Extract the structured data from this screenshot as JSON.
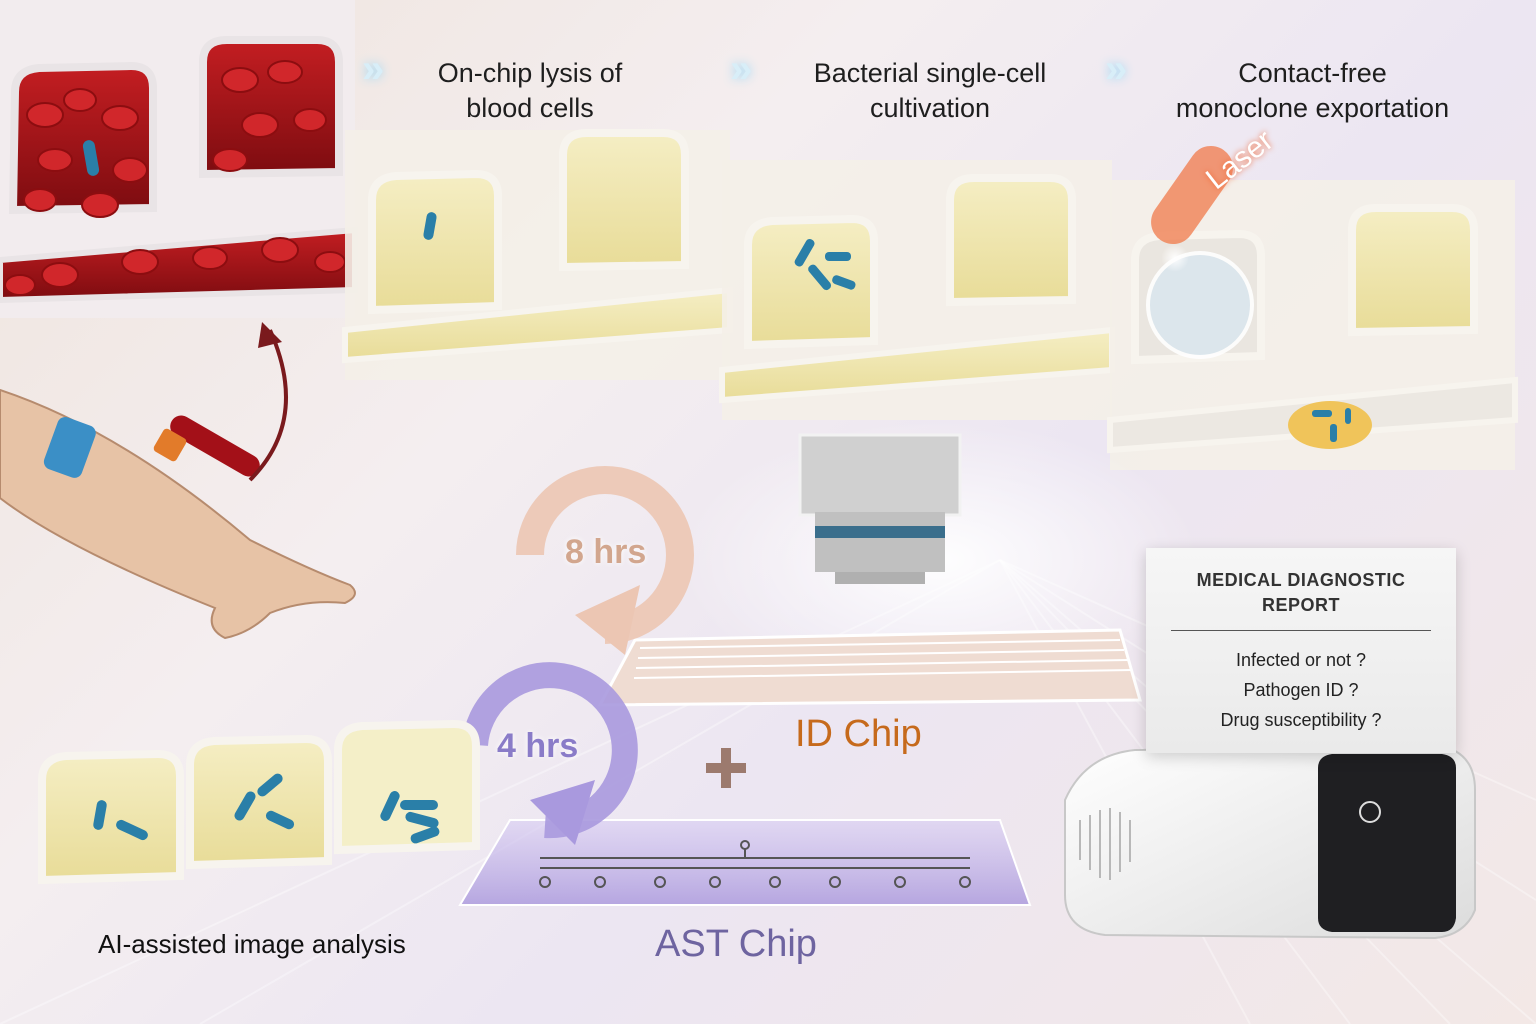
{
  "steps": [
    {
      "line1": "On-chip lysis of",
      "line2": "blood cells"
    },
    {
      "line1": "Bacterial single-cell",
      "line2": "cultivation"
    },
    {
      "line1": "Contact-free",
      "line2": "monoclone exportation"
    }
  ],
  "laser_label": "Laser",
  "cycles": {
    "id_time": "8 hrs",
    "ast_time": "4 hrs"
  },
  "chips": {
    "id": "ID Chip",
    "ast": "AST Chip"
  },
  "plus": "+",
  "caption": "AI-assisted image analysis",
  "report": {
    "title_line1": "MEDICAL DIAGNOSTIC",
    "title_line2": "REPORT",
    "items": [
      "Infected or not ?",
      "Pathogen ID ?",
      "Drug susceptibility ?"
    ]
  },
  "colors": {
    "blood": "#b3171b",
    "media": "#f1e9b4",
    "bacteria": "#2a7fa8",
    "id_chip": "#c66a1c",
    "ast_chip": "#6e64a0",
    "cycle_8": "#e4b8a2",
    "cycle_4": "#9c8fd0"
  }
}
